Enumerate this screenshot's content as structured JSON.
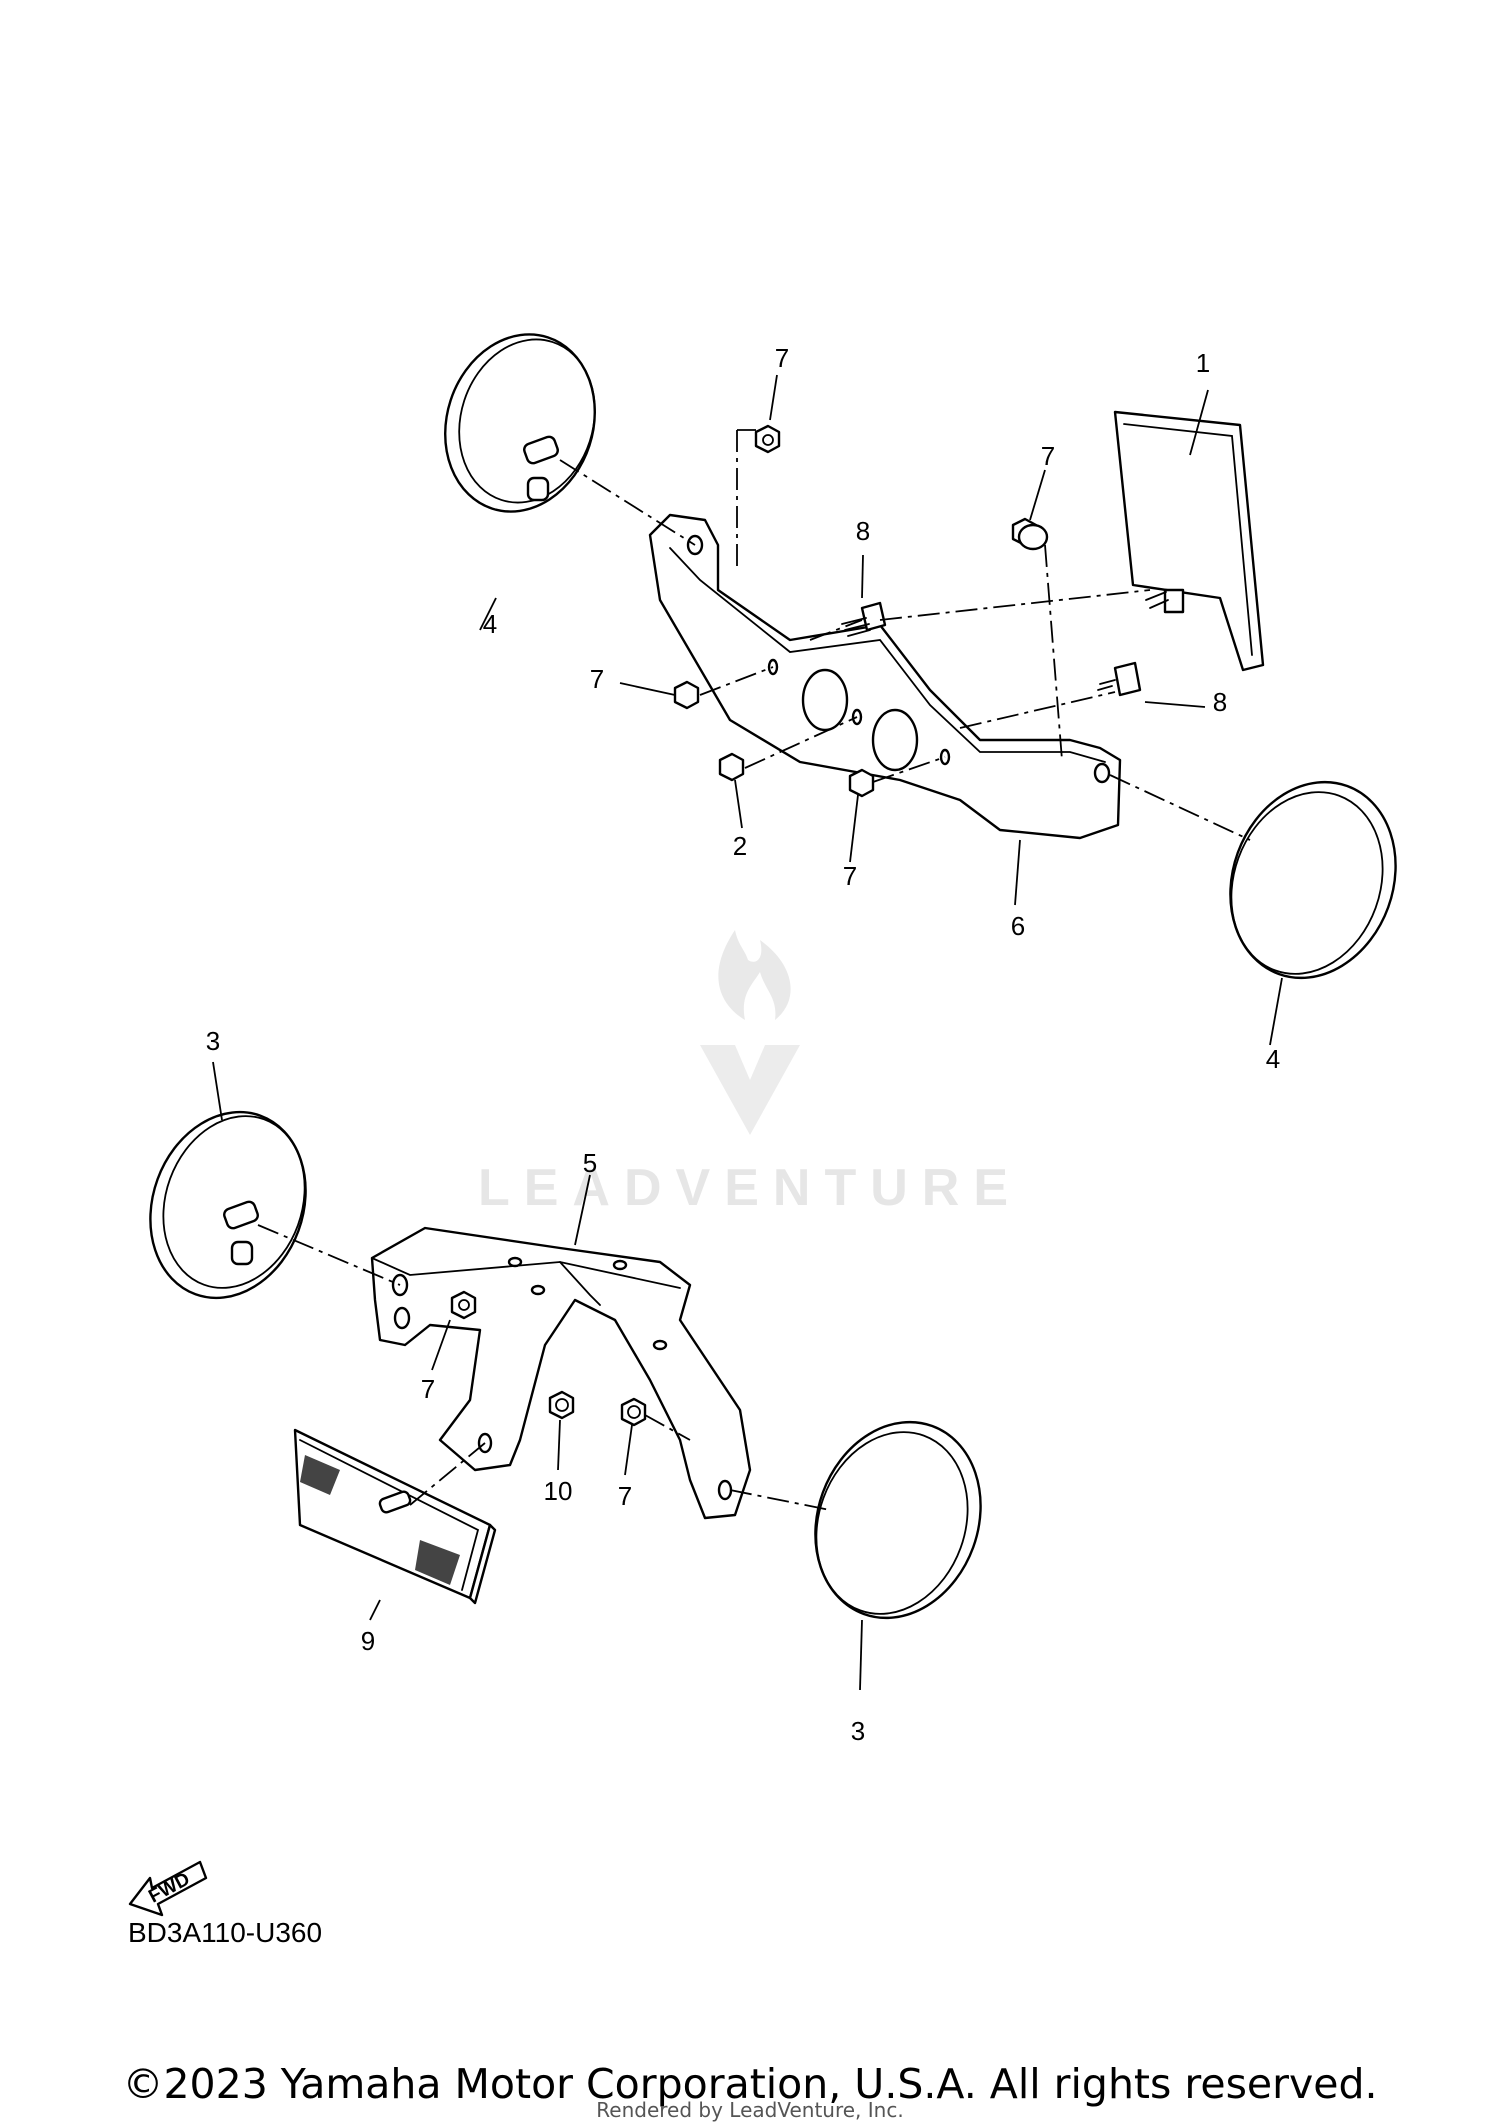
{
  "diagram": {
    "callouts": {
      "c1": "1",
      "c2": "2",
      "c3a": "3",
      "c3b": "3",
      "c4a": "4",
      "c4b": "4",
      "c5": "5",
      "c6": "6",
      "c7a": "7",
      "c7b": "7",
      "c7c": "7",
      "c7d": "7",
      "c7e": "7",
      "c7f": "7",
      "c8a": "8",
      "c8b": "8",
      "c9": "9",
      "c10": "10"
    },
    "fwd_label": "FWD",
    "diagram_code": "BD3A110-U360"
  },
  "watermark": {
    "text": "LEADVENTURE"
  },
  "footer": {
    "copyright": "©2023 Yamaha Motor Corporation, U.S.A. All rights reserved.",
    "rendered_by": "Rendered by LeadVenture, Inc."
  }
}
